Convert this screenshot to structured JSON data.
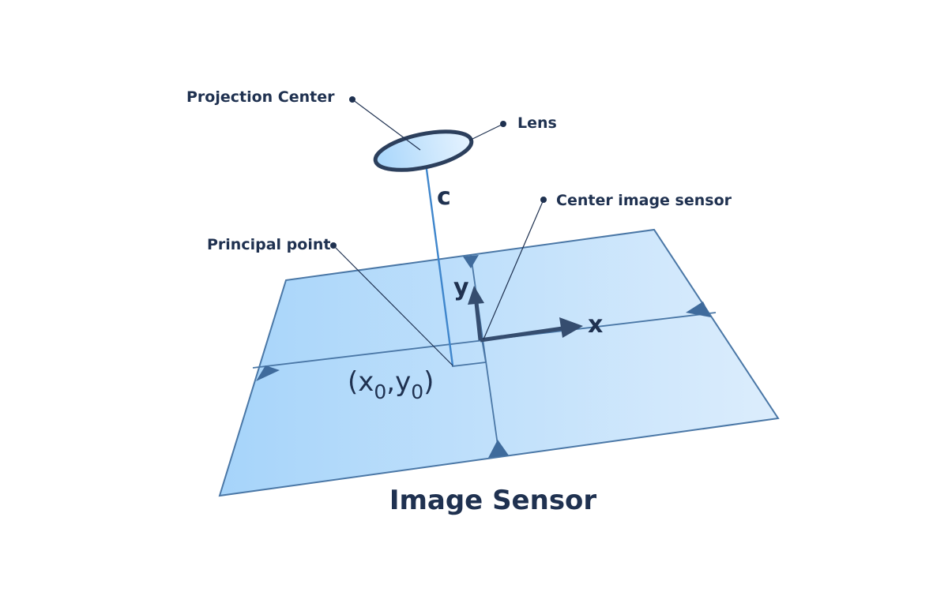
{
  "labels": {
    "projection_center": "Projection Center",
    "lens": "Lens",
    "focal_length": "c",
    "center_image_sensor": "Center image sensor",
    "principal_point": "Principal point",
    "axis_x": "x",
    "axis_y": "y",
    "title": "Image Sensor"
  },
  "principal_point_coord": {
    "open": "(",
    "x": "x",
    "x_sub": "0",
    "comma": ",",
    "y": "y",
    "y_sub": "0",
    "close": ")"
  },
  "colors": {
    "sensor_fill_light": "#d3e9fb",
    "sensor_fill_dark": "#a6d4fa",
    "edge": "#4a77a6",
    "dark": "#1f3150",
    "axis_arrow": "#354d6f",
    "focal_line": "#3f86cc"
  }
}
